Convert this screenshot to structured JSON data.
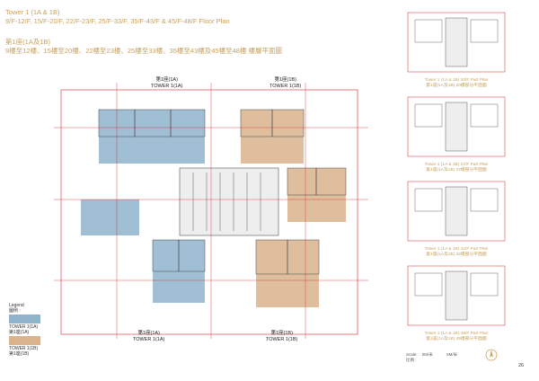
{
  "header": {
    "title_en": "Tower 1 (1A & 1B)",
    "floors_en": "9/F-12/F, 15/F-20/F, 22/F-23/F, 25/F-33/F, 35/F-43/F & 45/F-48/F   Floor Plan",
    "title_zh": "第1座(1A及1B)",
    "floors_zh": "9樓至12樓、15樓至20樓、22樓至23樓、25樓至33樓、35樓至43樓及45樓至48樓   樓層平面圖"
  },
  "plan": {
    "top_left_zh": "第1座(1A)",
    "top_left_en": "TOWER 1(1A)",
    "top_right_zh": "第1座(1B)",
    "top_right_en": "TOWER 1(1B)",
    "bottom_left_zh": "第1座(1A)",
    "bottom_left_en": "TOWER 1(1A)",
    "bottom_right_zh": "第1座(1B)",
    "bottom_right_en": "TOWER 1(1B)"
  },
  "legend": {
    "title_en": "Legend",
    "title_zh": "圖例 :",
    "items": [
      {
        "en": "TOWER 1(1A)",
        "zh": "第1座(1A)",
        "color": "#8fb4cc"
      },
      {
        "en": "TOWER 1(1B)",
        "zh": "第1座(1B)",
        "color": "#d9b38c"
      }
    ]
  },
  "parts": [
    {
      "en": "Tower 1 (1A & 1B) 20/F Part Plan",
      "zh": "第1座(1A及1B) 20樓部分平面圖"
    },
    {
      "en": "Tower 1 (1A & 1B) 22/F Part Plan",
      "zh": "第1座(1A及1B) 22樓部分平面圖"
    },
    {
      "en": "Tower 1 (1A & 1B) 42/F Part Plan",
      "zh": "第1座(1A及1B) 42樓部分平面圖"
    },
    {
      "en": "Tower 1 (1A & 1B) 48/F Part Plan",
      "zh": "第1座(1A及1B) 48樓部分平面圖"
    }
  ],
  "scale": {
    "label_en": "Scale:",
    "label_zh": "比例 :",
    "zero": "0M/米",
    "five": "5M/米"
  },
  "page_number": "26",
  "colors": {
    "accent": "#c9a25e",
    "wing_a": "#8fb4cc",
    "wing_b": "#d9b38c",
    "redline": "#d8262b"
  }
}
